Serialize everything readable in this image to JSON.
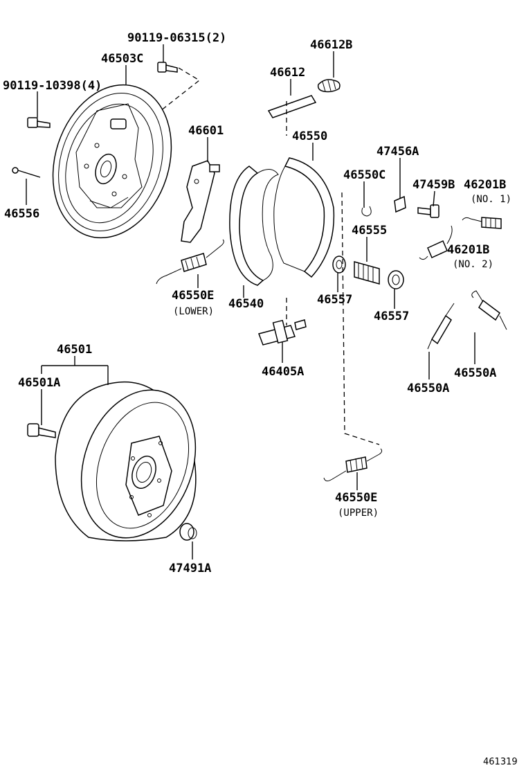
{
  "labels": {
    "p90119_06315": "90119-06315(2)",
    "p46503c": "46503C",
    "p90119_10398": "90119-10398(4)",
    "p46556": "46556",
    "p46612b": "46612B",
    "p46612": "46612",
    "p46601": "46601",
    "p46550": "46550",
    "p47456a": "47456A",
    "p46550c": "46550C",
    "p47459b": "47459B",
    "p46201b_1": "46201B",
    "p46201b_1_note": "(NO. 1)",
    "p46201b_2": "46201B",
    "p46201b_2_note": "(NO. 2)",
    "p46555": "46555",
    "p46550e_lower": "46550E",
    "p46550e_lower_note": "(LOWER)",
    "p46540": "46540",
    "p46557_a": "46557",
    "p46557_b": "46557",
    "p46405a": "46405A",
    "p46550a_a": "46550A",
    "p46550a_b": "46550A",
    "p46501": "46501",
    "p46501a": "46501A",
    "p47491a": "47491A",
    "p46550e_upper": "46550E",
    "p46550e_upper_note": "(UPPER)",
    "diagram_ref": "461319"
  }
}
